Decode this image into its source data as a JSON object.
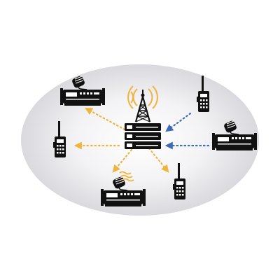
{
  "diagram": {
    "hub": {
      "tower": "radio-tower-icon",
      "equipment": "repeater-stack-icon"
    },
    "nodes": [
      {
        "id": "mobile-radio-top-left",
        "icon": "mobile-radio-icon",
        "link": "outbound"
      },
      {
        "id": "handheld-radio-left",
        "icon": "handheld-radio-icon",
        "link": "outbound"
      },
      {
        "id": "mobile-radio-bottom",
        "icon": "mobile-radio-icon",
        "link": "outbound",
        "transmitting": true
      },
      {
        "id": "handheld-radio-bottom-right",
        "icon": "handheld-radio-icon",
        "link": "outbound"
      },
      {
        "id": "handheld-radio-top-right",
        "icon": "handheld-radio-icon",
        "link": "inbound"
      },
      {
        "id": "mobile-radio-right",
        "icon": "mobile-radio-icon",
        "link": "inbound"
      }
    ],
    "colors": {
      "background": "#ffffff",
      "ellipse_center": "#ffffff",
      "ellipse_edge": "#d9d9de",
      "outbound_arrow": "#f0b43c",
      "inbound_arrow": "#3f6bb5",
      "signal_waves": "#f0b43c",
      "device": "#111111"
    }
  }
}
